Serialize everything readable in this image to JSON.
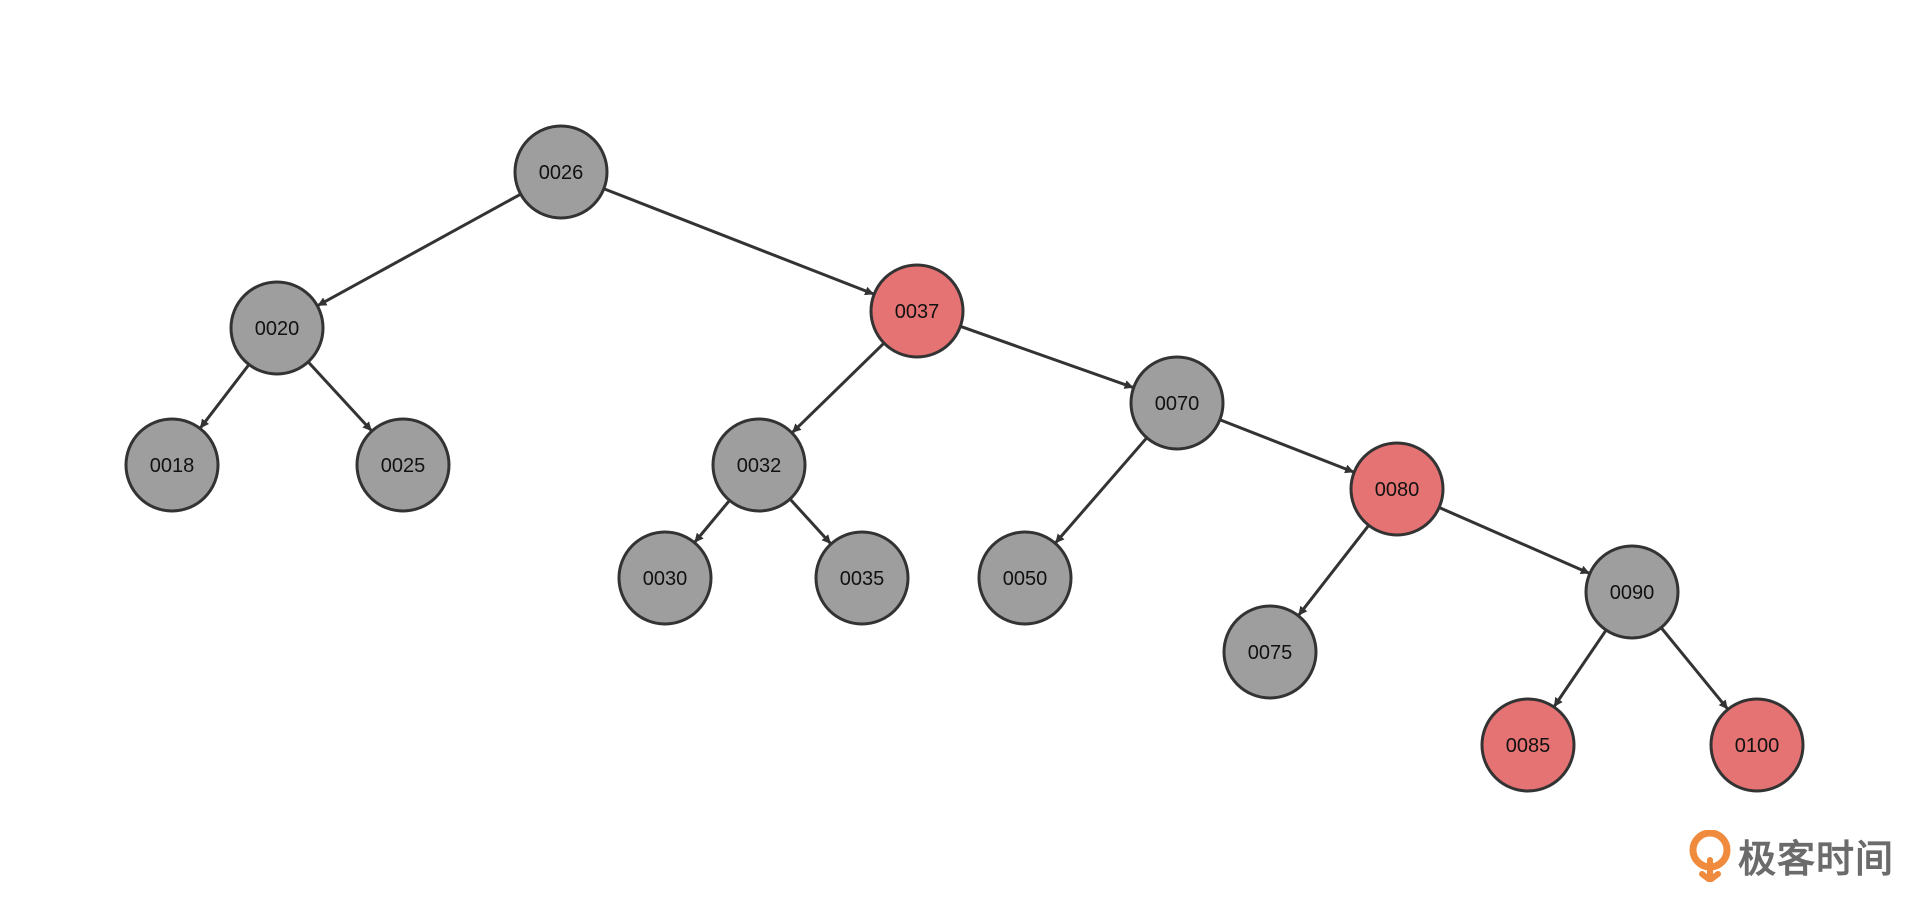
{
  "tree": {
    "colors": {
      "black_node": "#9e9e9e",
      "red_node": "#e57373",
      "stroke": "#333333"
    },
    "nodes": [
      {
        "id": "0026",
        "label": "0026",
        "color": "black"
      },
      {
        "id": "0020",
        "label": "0020",
        "color": "black"
      },
      {
        "id": "0037",
        "label": "0037",
        "color": "red"
      },
      {
        "id": "0018",
        "label": "0018",
        "color": "black"
      },
      {
        "id": "0025",
        "label": "0025",
        "color": "black"
      },
      {
        "id": "0032",
        "label": "0032",
        "color": "black"
      },
      {
        "id": "0070",
        "label": "0070",
        "color": "black"
      },
      {
        "id": "0030",
        "label": "0030",
        "color": "black"
      },
      {
        "id": "0035",
        "label": "0035",
        "color": "black"
      },
      {
        "id": "0050",
        "label": "0050",
        "color": "black"
      },
      {
        "id": "0080",
        "label": "0080",
        "color": "red"
      },
      {
        "id": "0075",
        "label": "0075",
        "color": "black"
      },
      {
        "id": "0090",
        "label": "0090",
        "color": "black"
      },
      {
        "id": "0085",
        "label": "0085",
        "color": "red"
      },
      {
        "id": "0100",
        "label": "0100",
        "color": "red"
      }
    ],
    "edges": [
      {
        "from": "0026",
        "to": "0020"
      },
      {
        "from": "0026",
        "to": "0037"
      },
      {
        "from": "0020",
        "to": "0018"
      },
      {
        "from": "0020",
        "to": "0025"
      },
      {
        "from": "0037",
        "to": "0032"
      },
      {
        "from": "0037",
        "to": "0070"
      },
      {
        "from": "0032",
        "to": "0030"
      },
      {
        "from": "0032",
        "to": "0035"
      },
      {
        "from": "0070",
        "to": "0050"
      },
      {
        "from": "0070",
        "to": "0080"
      },
      {
        "from": "0080",
        "to": "0075"
      },
      {
        "from": "0080",
        "to": "0090"
      },
      {
        "from": "0090",
        "to": "0085"
      },
      {
        "from": "0090",
        "to": "0100"
      }
    ]
  },
  "watermark": {
    "text": "极客时间",
    "logo_color": "#f08a3c",
    "text_color": "#6b6b6b"
  }
}
